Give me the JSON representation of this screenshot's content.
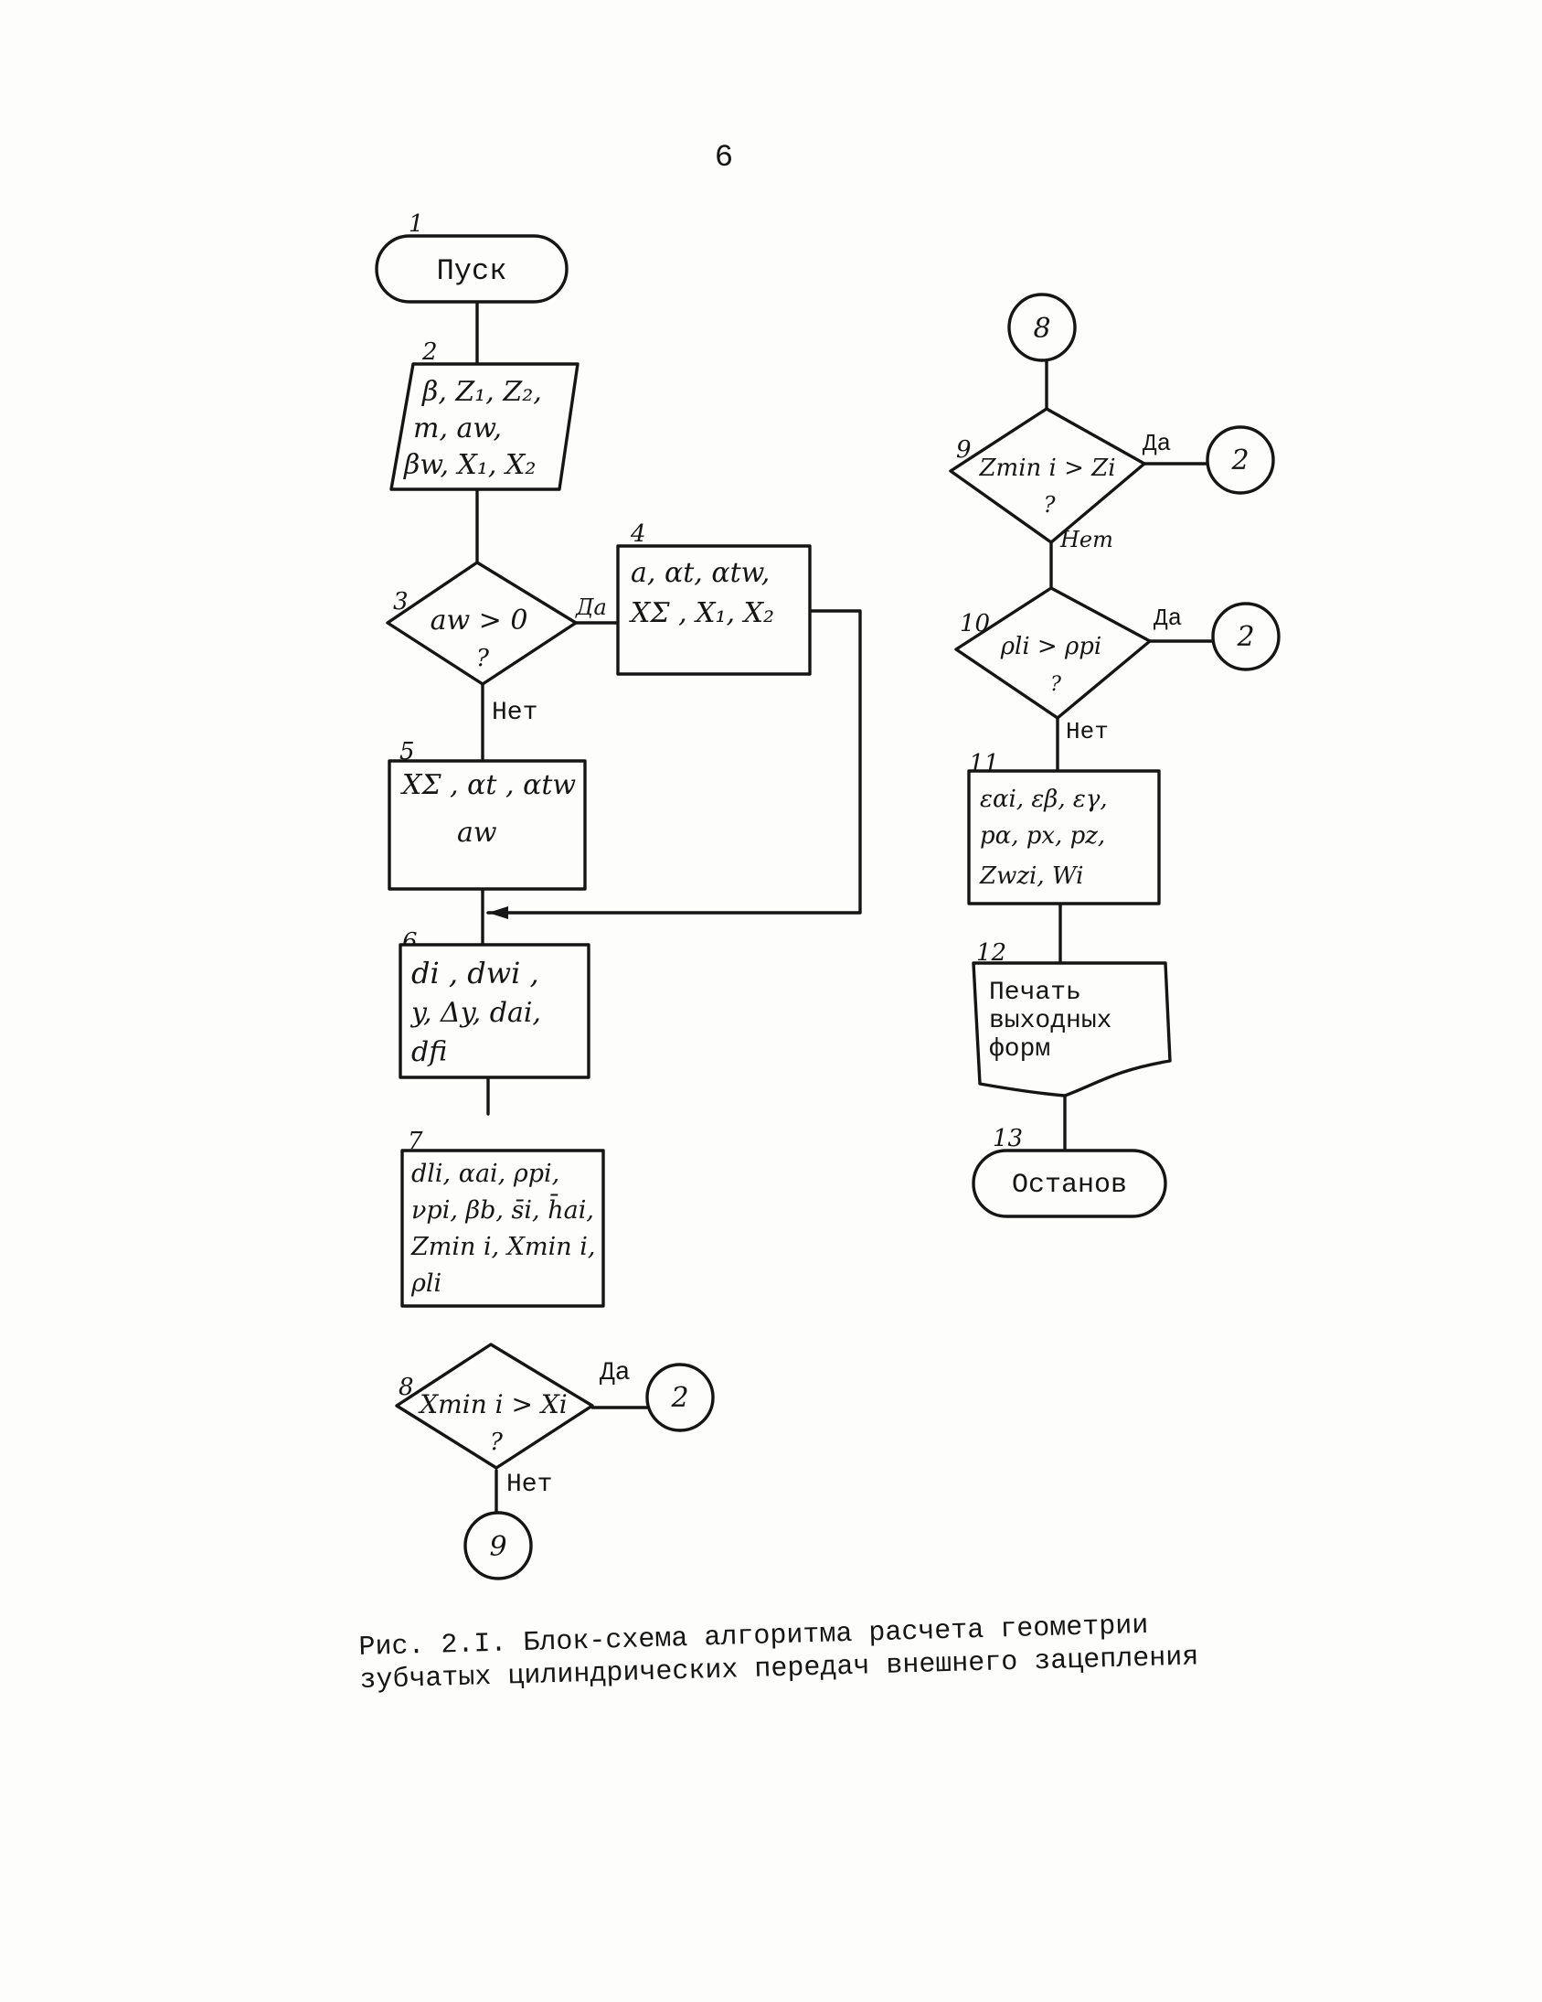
{
  "page_number": "6",
  "caption": {
    "line1": "Рис. 2.I. Блок-схема алгоритма расчета геометрии",
    "line2": "зубчатых цилиндрических передач внешнего зацепления"
  },
  "block_numbers": [
    "1",
    "2",
    "3",
    "4",
    "5",
    "6",
    "7",
    "8",
    "9",
    "10",
    "11",
    "12",
    "13"
  ],
  "blocks": {
    "start": "Пуск",
    "input": [
      "β, Z₁, Z₂,",
      "m, aw,",
      "βw, X₁, X₂"
    ],
    "cond3": {
      "text": "aw > 0",
      "q": "?",
      "yes": "Да",
      "no": "Нет"
    },
    "box4": [
      "a, αt, αtw,",
      "XΣ , X₁, X₂"
    ],
    "box5": [
      "XΣ , αt , αtw",
      "aw"
    ],
    "box6": [
      "di , dwi ,",
      "y, Δy, dai,",
      "dfi"
    ],
    "box7": [
      "dli, αai, ρpi,",
      "νpi, βb, s̄i, h̄ai,",
      "Zmin i, Xmin i,",
      "ρli"
    ],
    "cond8": {
      "text": "Xmin i > Xi",
      "q": "?",
      "yes": "Да",
      "no": "Нет"
    },
    "conn_2": "2",
    "conn_9": "9",
    "conn_8": "8",
    "cond9": {
      "text": "Zmin i > Zi",
      "q": "?",
      "yes": "Да",
      "no": "Нет"
    },
    "cond10": {
      "text": "ρli > ρpi",
      "q": "?",
      "yes": "Да",
      "no": "Нет"
    },
    "box11": [
      "εαi, εβ, εγ,",
      "pα, px, pz,",
      "Zwzi, Wi"
    ],
    "print": [
      "Печать",
      "выходных",
      "форм"
    ],
    "stop": "Останов"
  }
}
